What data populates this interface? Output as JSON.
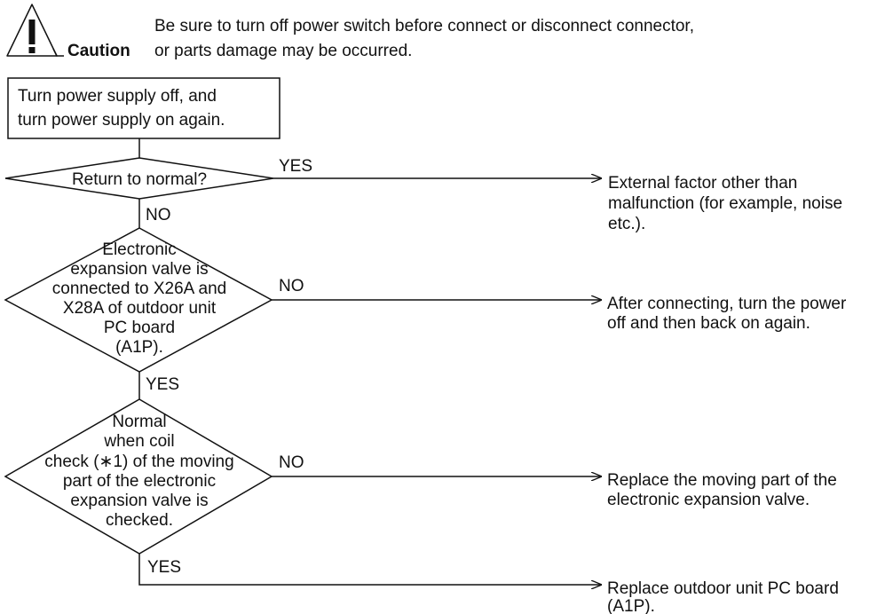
{
  "caution": {
    "label": "Caution",
    "message_line1": "Be sure to turn off power switch before connect or disconnect connector,",
    "message_line2": "or parts damage may be occurred."
  },
  "start_box": {
    "line1": "Turn power supply off, and",
    "line2": "turn power supply on again."
  },
  "decision1": {
    "text": "Return to normal?",
    "yes_label": "YES",
    "no_label": "NO",
    "yes_result": [
      "External factor other than",
      "malfunction (for example, noise",
      "etc.)."
    ]
  },
  "decision2": {
    "lines": [
      "Electronic",
      "expansion valve is",
      "connected to X26A and",
      "X28A of outdoor unit",
      "PC board",
      "(A1P)."
    ],
    "no_label": "NO",
    "yes_label": "YES",
    "no_result": [
      "After connecting, turn the power",
      "off and then back on again."
    ]
  },
  "decision3": {
    "lines": [
      "Normal",
      "when coil",
      "check (∗1) of the moving",
      "part of the electronic",
      "expansion valve is",
      "checked."
    ],
    "no_label": "NO",
    "yes_label": "YES",
    "no_result": [
      "Replace the moving part of the",
      "electronic expansion valve."
    ]
  },
  "final_result": [
    "Replace outdoor unit PC board",
    "(A1P)."
  ]
}
